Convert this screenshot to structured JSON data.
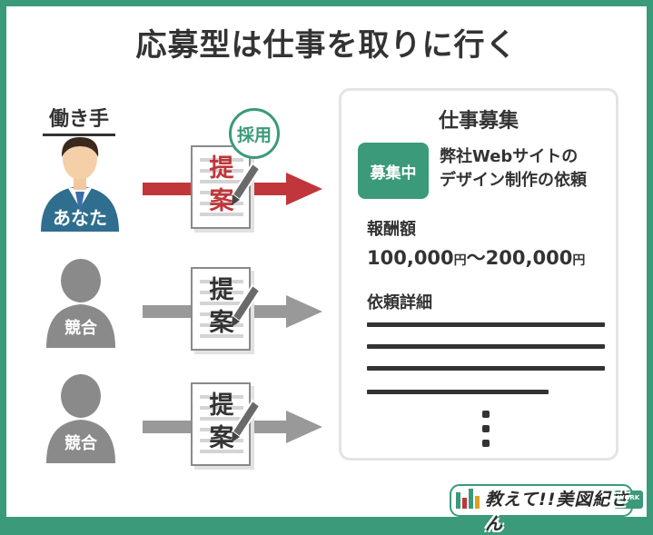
{
  "title": "応募型は仕事を取りに行く",
  "worker_label": "働き手",
  "people": [
    {
      "label": "あなた",
      "type": "you"
    },
    {
      "label": "競合",
      "type": "competitor"
    },
    {
      "label": "競合",
      "type": "competitor"
    }
  ],
  "proposal_text": "提案",
  "stamp_text": "採用",
  "job_panel": {
    "title": "仕事募集",
    "badge": "募集中",
    "job_title_lines": [
      "弊社Webサイトの",
      "デザイン制作の依頼"
    ],
    "reward_label": "報酬額",
    "reward_min": "100,000",
    "reward_unit_1": "円",
    "reward_separator": "〜",
    "reward_max": "200,000",
    "reward_unit_2": "円",
    "details_label": "依頼詳細"
  },
  "brand": {
    "name": "教えて!!美図紀さん",
    "sign_text": "WORK"
  },
  "colors": {
    "accent_green": "#3a9a7a",
    "selected_red": "#c0363a",
    "rejected_gray": "#999999",
    "text_dark": "#333333"
  },
  "icons": [
    "person-you-icon",
    "person-competitor-icon",
    "proposal-document-icon",
    "pen-icon",
    "arrow-right-icon",
    "adopted-stamp-icon"
  ]
}
